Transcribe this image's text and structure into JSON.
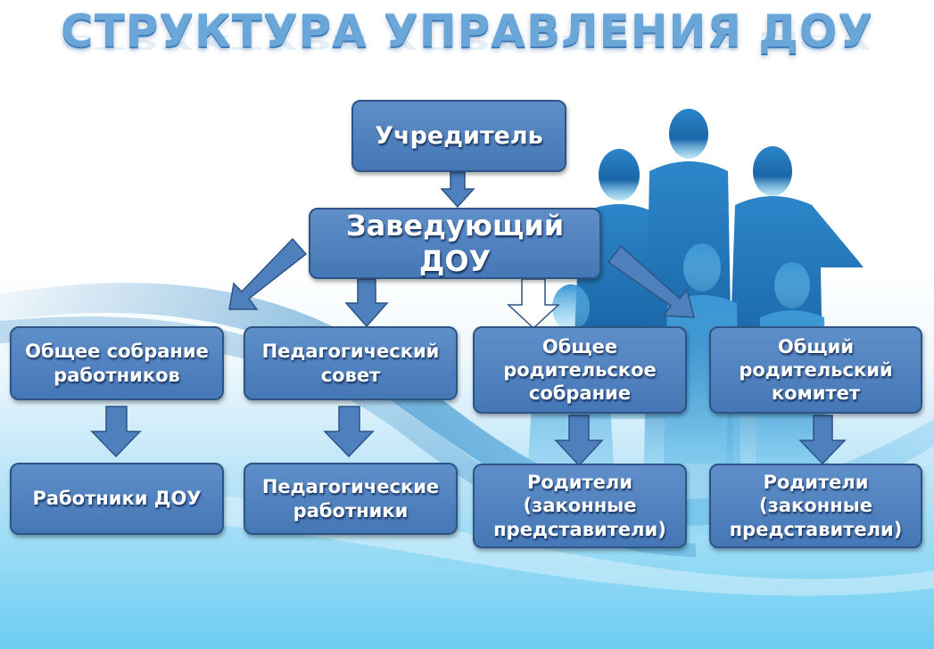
{
  "title": "СТРУКТУРА УПРАВЛЕНИЯ ДОУ",
  "nodes": {
    "founder": "Учредитель",
    "head": "Заведующий ДОУ",
    "staff_meeting": "Общее собрание работников",
    "ped_council": "Педагогический совет",
    "parent_meeting": "Общее родительское собрание",
    "parent_committee": "Общий родительский комитет",
    "staff": "Работники ДОУ",
    "ped_staff": "Педагогические работники",
    "parents_a": "Родители (законные представители)",
    "parents_b": "Родители (законные представители)"
  },
  "colors": {
    "box_fill": "#4f80be",
    "box_border": "#2d5485",
    "arrow_fill": "#4f80be",
    "title": "#6aa6d8",
    "silhouette": "#1e6fb0"
  },
  "icons": [
    "people-silhouettes-icon",
    "down-arrow-icon",
    "diagonal-arrow-icon"
  ]
}
